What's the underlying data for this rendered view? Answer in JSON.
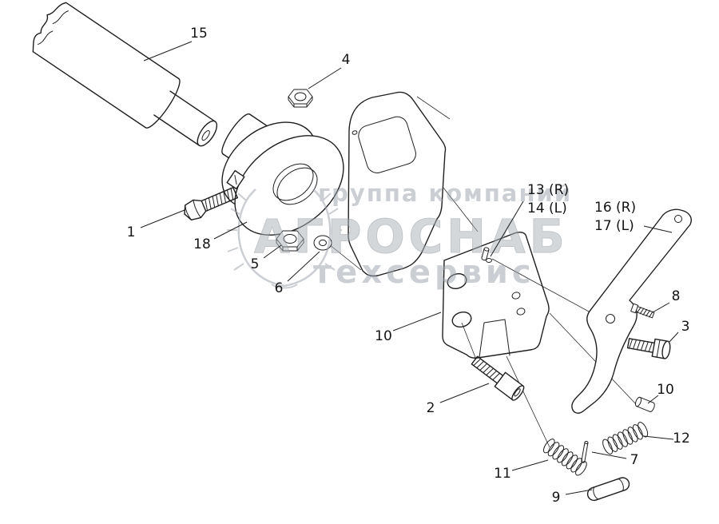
{
  "page": {
    "background": "#ffffff"
  },
  "colors": {
    "line": "#1f1f1f",
    "label_text": "#141414",
    "watermark": "#99a0a8",
    "watermark_big_fill": "#aab0b7"
  },
  "watermark": {
    "line1": "группа компаний",
    "line2": "АГРОСНАБ",
    "line3": "техсервис"
  },
  "callouts": [
    {
      "text": "15"
    },
    {
      "text": "4"
    },
    {
      "text": "1"
    },
    {
      "text": "18"
    },
    {
      "text": "5"
    },
    {
      "text": "6"
    },
    {
      "text": "13 (R)"
    },
    {
      "text": "14 (L)"
    },
    {
      "text": "16 (R)"
    },
    {
      "text": "17 (L)"
    },
    {
      "text": "10"
    },
    {
      "text": "8"
    },
    {
      "text": "3"
    },
    {
      "text": "2"
    },
    {
      "text": "10"
    },
    {
      "text": "12"
    },
    {
      "text": "7"
    },
    {
      "text": "11"
    },
    {
      "text": "9"
    }
  ]
}
